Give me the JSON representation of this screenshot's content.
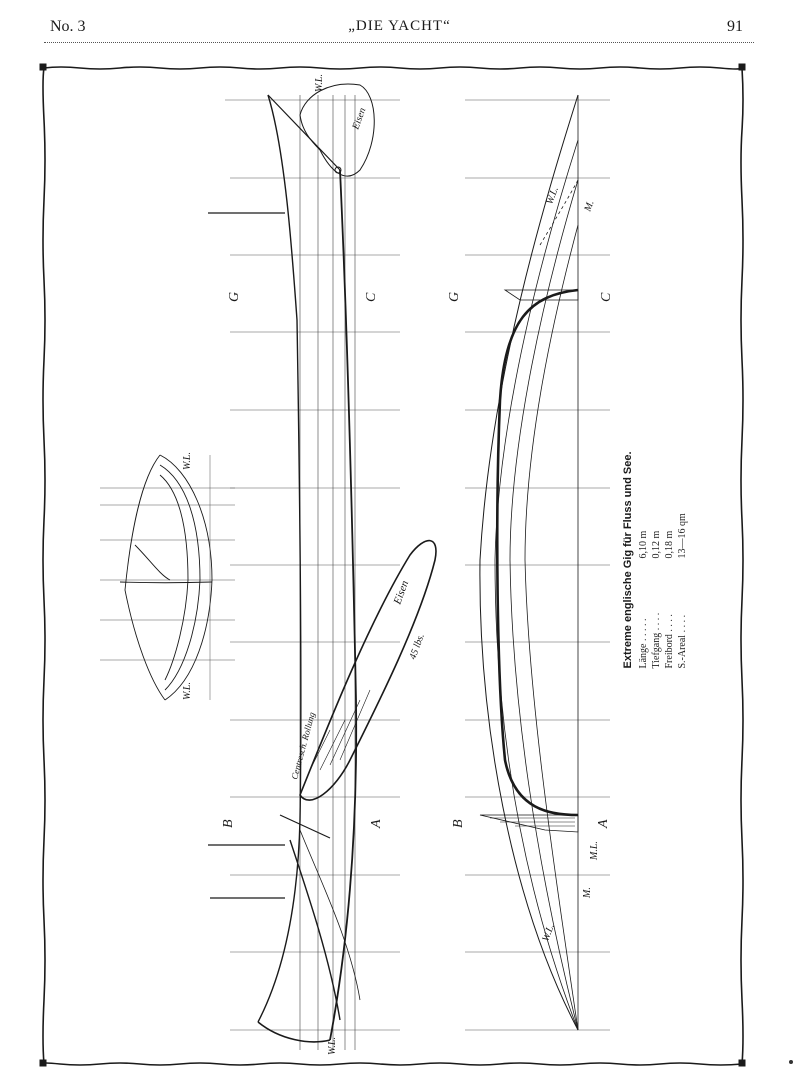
{
  "header": {
    "issue": "No. 3",
    "journal": "„DIE YACHT“",
    "page_number": "91"
  },
  "caption": {
    "title": "Extreme englische Gig für Fluss und See.",
    "specs": [
      {
        "label": "Länge . . . . .",
        "value": "6,10 m"
      },
      {
        "label": "Tiefgang . . . .",
        "value": "0,12 m"
      },
      {
        "label": "Freibord . . . .",
        "value": "0,18 m"
      },
      {
        "label": "S.-Areal . . . .",
        "value": "13—16 qm"
      }
    ]
  },
  "drawing_labels": {
    "wl": "W.L.",
    "eisen_top": "Eisen",
    "eisen_keel": "Eisen",
    "keel_weight": "45 lbs.",
    "mechanism": "Centresch. Rollung",
    "station_g": "G",
    "station_c": "C",
    "station_b": "B",
    "station_a": "A",
    "midship": "M.",
    "midship_l": "M.L."
  },
  "colors": {
    "ink": "#1a1a1a",
    "paper": "#ffffff",
    "border": "#222222"
  }
}
